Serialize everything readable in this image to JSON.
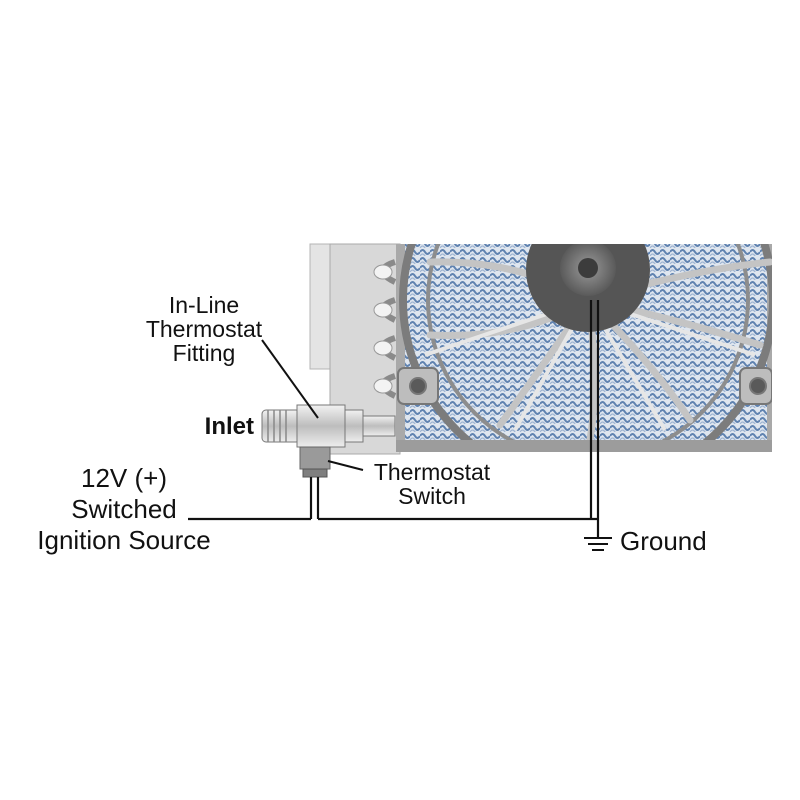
{
  "labels": {
    "fitting_line1": "In-Line",
    "fitting_line2": "Thermostat",
    "fitting_line3": "Fitting",
    "inlet": "Inlet",
    "switch_line1": "Thermostat",
    "switch_line2": "Switch",
    "power_line1": "12V (+)",
    "power_line2": "Switched",
    "power_line3": "Ignition Source",
    "ground": "Ground"
  },
  "colors": {
    "wire": "#111111",
    "fan_housing": "#8f8f8f",
    "fan_blade": "#b9b9b9",
    "cooler_fins": "#6f8fb8",
    "bracket": "#d9d9d9",
    "fitting_metal": "#c8c8c8"
  }
}
